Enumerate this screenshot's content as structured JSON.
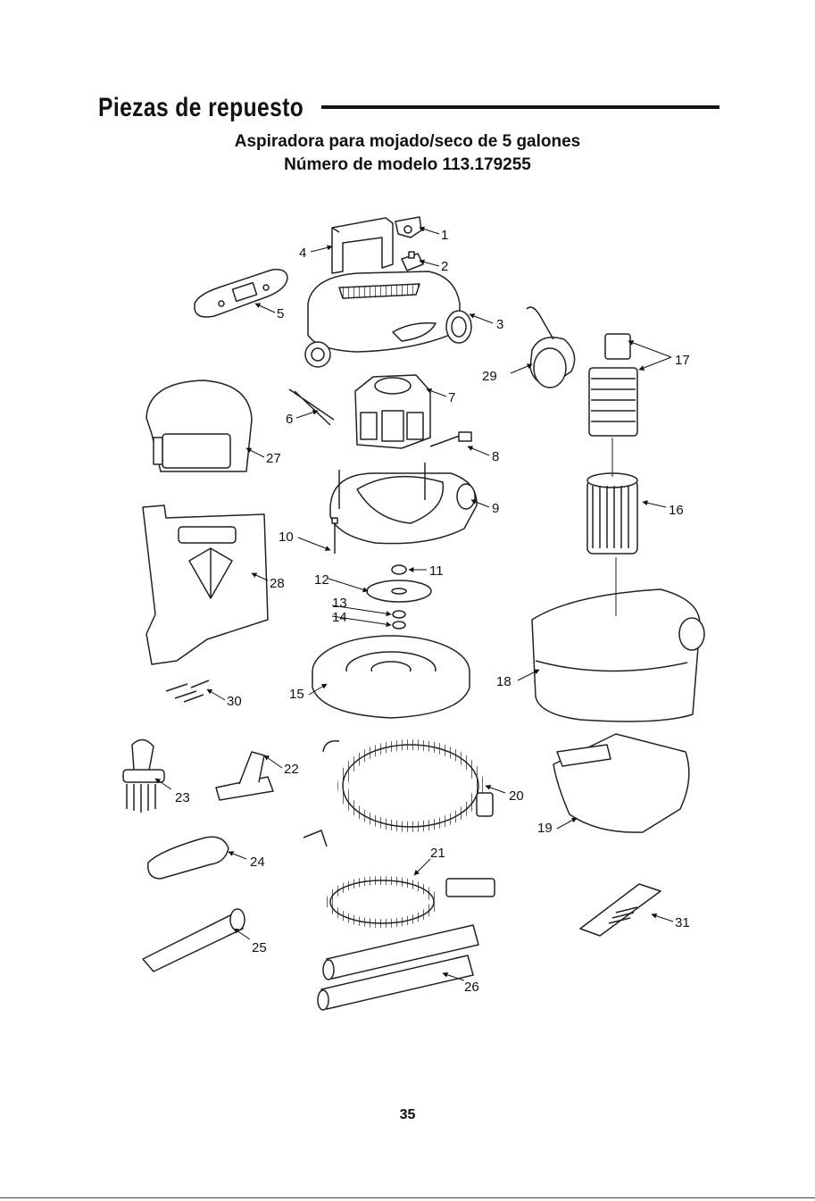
{
  "header": {
    "title": "Piezas de repuesto",
    "subtitle_line1": "Aspiradora para mojado/seco de 5 galones",
    "subtitle_line2": "Número de modelo 113.179255"
  },
  "callouts": [
    "1",
    "2",
    "3",
    "4",
    "5",
    "6",
    "7",
    "8",
    "9",
    "10",
    "11",
    "12",
    "13",
    "14",
    "15",
    "16",
    "17",
    "18",
    "19",
    "20",
    "21",
    "22",
    "23",
    "24",
    "25",
    "26",
    "27",
    "28",
    "29",
    "30",
    "31"
  ],
  "footer": {
    "page_number": "35"
  }
}
